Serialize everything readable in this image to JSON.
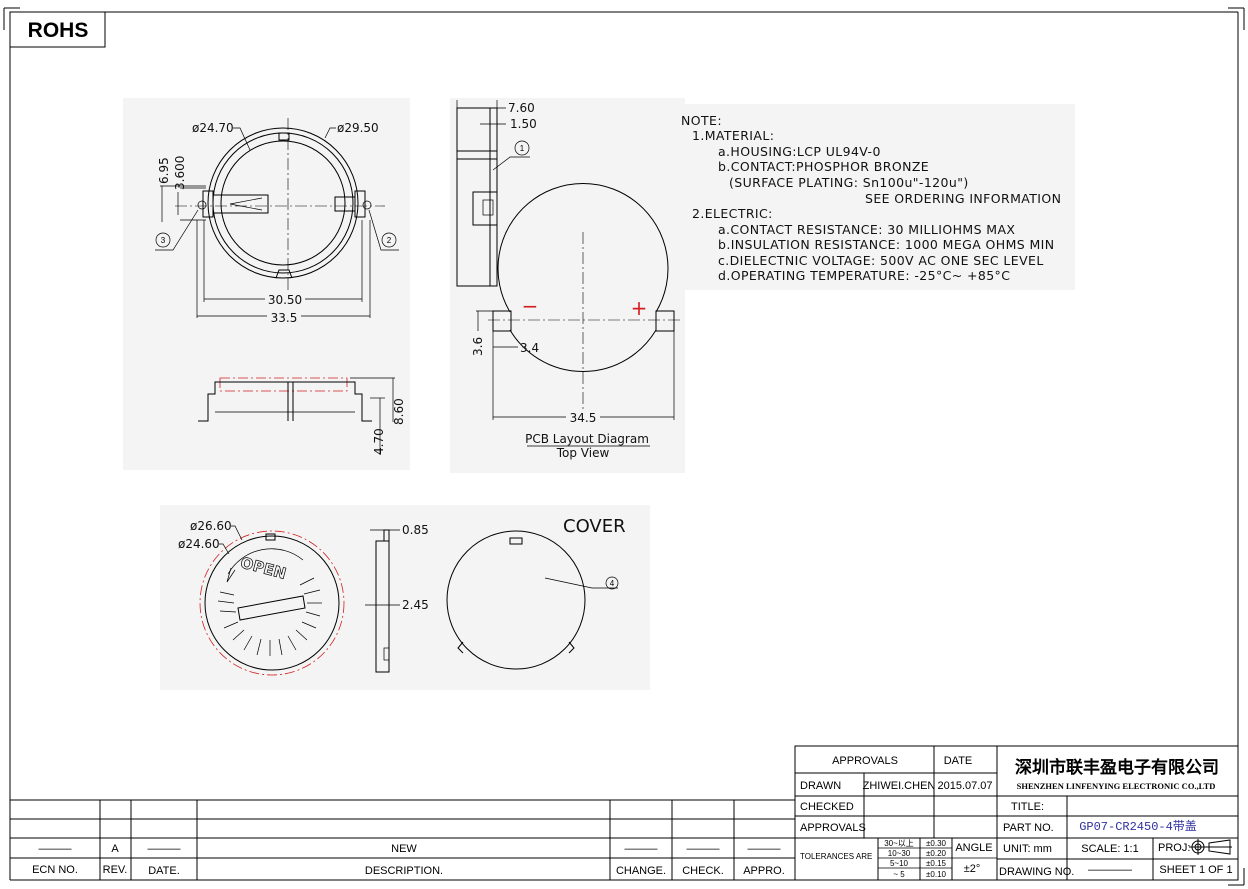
{
  "badge": "ROHS",
  "top_view": {
    "dim_d1": "ø24.70",
    "dim_d2": "ø29.50",
    "dim_h1": "6.95",
    "dim_h2": "3.600",
    "dim_w1": "30.50",
    "dim_w2": "33.5",
    "callout_3": "3",
    "callout_2": "2"
  },
  "front_view": {
    "dim_h1": "8.60",
    "dim_h2": "4.70"
  },
  "side_view": {
    "dim_w1": "7.60",
    "dim_w2": "1.50",
    "callout_1": "1"
  },
  "pcb_layout": {
    "minus": "−",
    "plus": "+",
    "dim_h": "3.6",
    "dim_w": "3.4",
    "dim_span": "34.5",
    "caption": "PCB Layout Diagram",
    "subcaption": "Top View"
  },
  "cover_view": {
    "dim_d1": "ø26.60",
    "dim_d2": "ø24.60",
    "embossed": "OPEN",
    "dim_t1": "0.85",
    "dim_t2": "2.45",
    "title": "COVER",
    "callout_4": "4"
  },
  "notes": [
    "NOTE:",
    "1.MATERIAL:",
    "a.HOUSING:LCP UL94V-0",
    "b.CONTACT:PHOSPHOR BRONZE",
    "(SURFACE PLATING: Sn100u\"-120u\")",
    "SEE ORDERING INFORMATION",
    "2.ELECTRIC:",
    "a.CONTACT RESISTANCE: 30 MILLIOHMS MAX",
    "b.INSULATION RESISTANCE: 1000 MEGA OHMS MIN",
    "c.DIELECTNIC VOLTAGE: 500V AC ONE SEC LEVEL",
    "d.OPERATING TEMPERATURE: -25°C~ +85°C"
  ],
  "revision_table": {
    "row": {
      "ecn": "———",
      "rev": "A",
      "date": "———",
      "description": "NEW",
      "change": "———",
      "check": "———",
      "appro": "———"
    },
    "headers": {
      "ecn": "ECN NO.",
      "rev": "REV.",
      "date": "DATE.",
      "description": "DESCRIPTION.",
      "change": "CHANGE.",
      "check": "CHECK.",
      "appro": "APPRO."
    }
  },
  "title_block": {
    "approvals_header": "APPROVALS",
    "date_header": "DATE",
    "drawn_label": "DRAWN",
    "drawn_by": "ZHIWEI.CHEN",
    "drawn_date": "2015.07.07",
    "checked_label": "CHECKED",
    "approvals_label": "APPROVALS",
    "company_cn": "深圳市联丰盈电子有限公司",
    "company_en": "SHENZHEN LINFENYING ELECTRONIC CO.,LTD",
    "title_label": "TITLE:",
    "part_no_label": "PART  NO.",
    "part_no": "GP07-CR2450-4带盖",
    "tolerances_label": "TOLERANCES  ARE",
    "tolerances": [
      {
        "range": "30~以上",
        "value": "±0.30"
      },
      {
        "range": "10~30",
        "value": "±0.20"
      },
      {
        "range": "5~10",
        "value": "±0.15"
      },
      {
        "range": "~ 5",
        "value": "±0.10"
      }
    ],
    "angle_label": "ANGLE",
    "angle_value": "±2°",
    "unit": "UNIT:  mm",
    "scale": "SCALE:    1:1",
    "proj_label": "PROJ:",
    "drawing_no_label": "DRAWING  NO.",
    "drawing_no": "————",
    "sheet": "SHEET   1  OF  1"
  }
}
